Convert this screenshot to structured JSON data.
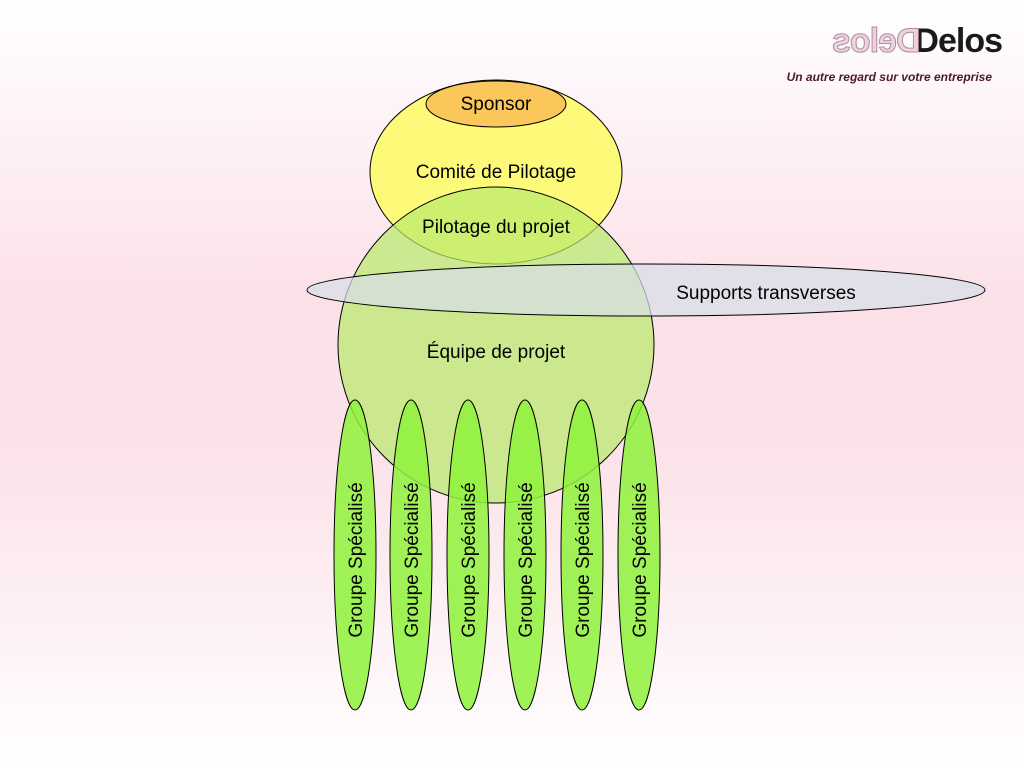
{
  "logo": {
    "mirror_text": "Delos",
    "word": "Delos",
    "tagline": "Un autre regard sur votre entreprise"
  },
  "diagram": {
    "sponsor": "Sponsor",
    "comite": "Comité de Pilotage",
    "pilotage": "Pilotage du projet",
    "supports": "Supports transverses",
    "equipe": "Équipe de projet",
    "groupes": [
      "Groupe Spécialisé",
      "Groupe Spécialisé",
      "Groupe Spécialisé",
      "Groupe Spécialisé",
      "Groupe Spécialisé",
      "Groupe Spécialisé"
    ]
  },
  "colors": {
    "comite_fill": "#fdfa7a",
    "sponsor_fill": "#fbc65a",
    "equipe_fill": "#c6ec78",
    "supports_fill": "#dde3ea",
    "groupe_fill": "#8ef23a",
    "stroke": "#000000"
  }
}
